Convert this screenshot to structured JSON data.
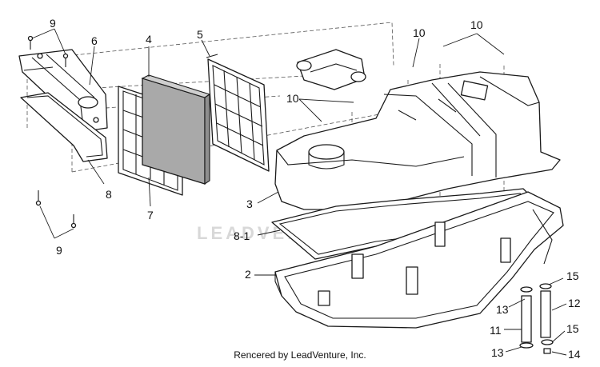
{
  "callouts": {
    "c9_top": "9",
    "c6": "6",
    "c4": "4",
    "c5": "5",
    "c10_a": "10",
    "c10_b": "10",
    "c10_c": "10",
    "c8": "8",
    "c7": "7",
    "c3": "3",
    "c8_1": "8-1",
    "c9_bottom": "9",
    "c2": "2",
    "c15_a": "15",
    "c13_a": "13",
    "c12": "12",
    "c11": "11",
    "c15_b": "15",
    "c13_b": "13",
    "c14": "14"
  },
  "watermark": "LEADVENTURE",
  "footer": "Rencered by LeadVenture, Inc."
}
